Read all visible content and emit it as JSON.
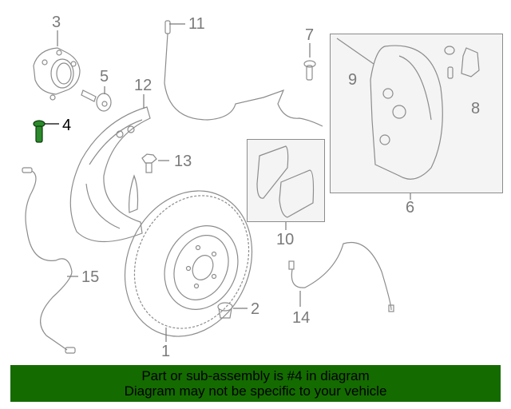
{
  "diagram": {
    "highlighted_part": "4",
    "highlight_color": "#1f7a1f",
    "line_color": "#8c8c8c",
    "callouts": [
      {
        "number": "1",
        "part": "brake-rotor"
      },
      {
        "number": "2",
        "part": "plug"
      },
      {
        "number": "3",
        "part": "wheel-hub"
      },
      {
        "number": "4",
        "part": "bolt"
      },
      {
        "number": "5",
        "part": "wheel-bolt"
      },
      {
        "number": "6",
        "part": "brake-caliper"
      },
      {
        "number": "7",
        "part": "bleeder-screw"
      },
      {
        "number": "8",
        "part": "anti-rattle-spring"
      },
      {
        "number": "9",
        "part": "guide-pin"
      },
      {
        "number": "10",
        "part": "brake-pads"
      },
      {
        "number": "11",
        "part": "wear-sensor"
      },
      {
        "number": "12",
        "part": "splash-shield"
      },
      {
        "number": "13",
        "part": "shield-bolt"
      },
      {
        "number": "14",
        "part": "brake-hose"
      },
      {
        "number": "15",
        "part": "abs-sensor"
      }
    ]
  },
  "banner": {
    "line1": "Part or sub-assembly is #4 in diagram",
    "line2": "Diagram may not be specific to your vehicle",
    "background": "#146b00"
  }
}
